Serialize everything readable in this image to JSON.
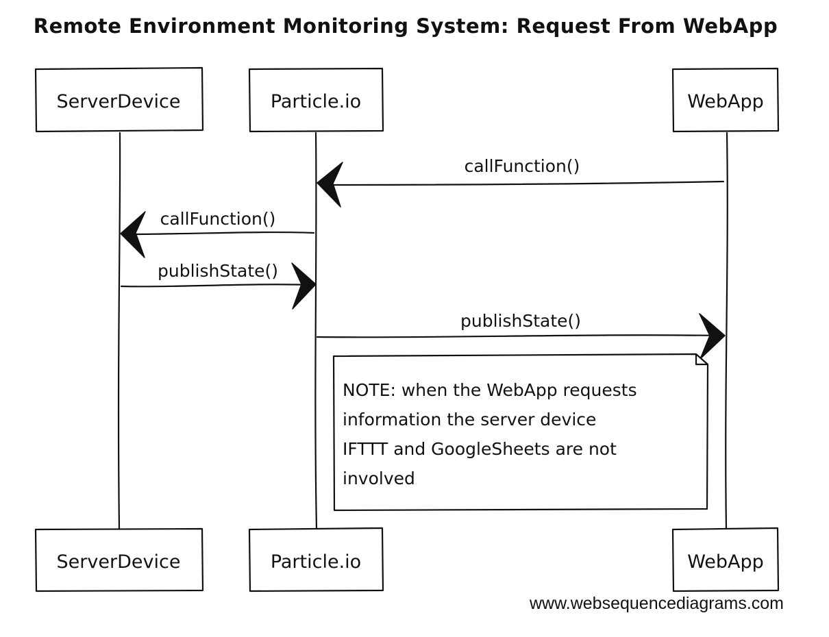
{
  "diagram": {
    "title": "Remote Environment Monitoring System: Request From WebApp",
    "participants": [
      {
        "id": "server",
        "label": "ServerDevice"
      },
      {
        "id": "particle",
        "label": "Particle.io"
      },
      {
        "id": "webapp",
        "label": "WebApp"
      }
    ],
    "messages": [
      {
        "from": "webapp",
        "to": "particle",
        "label": "callFunction()"
      },
      {
        "from": "particle",
        "to": "server",
        "label": "callFunction()"
      },
      {
        "from": "server",
        "to": "particle",
        "label": "publishState()"
      },
      {
        "from": "particle",
        "to": "webapp",
        "label": "publishState()"
      }
    ],
    "note": {
      "lines": [
        "NOTE: when the WebApp requests",
        "information the server device",
        "IFTTT and GoogleSheets are not",
        "involved"
      ]
    },
    "credit": "www.websequencediagrams.com"
  }
}
